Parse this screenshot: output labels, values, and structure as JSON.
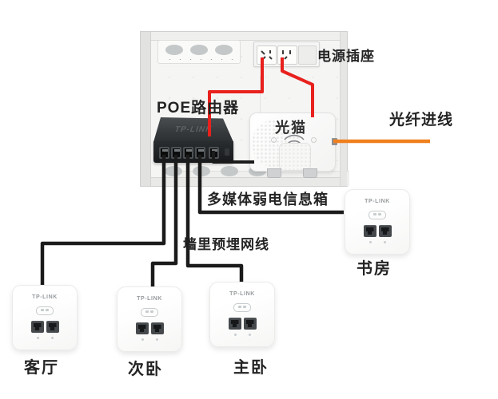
{
  "diagram": {
    "brand": "TP-LINK",
    "labels": {
      "power_socket": "电源插座",
      "poe_router": "POE路由器",
      "optical_modem": "光猫",
      "fiber_inlet": "光纤进线",
      "media_box": "多媒体弱电信息箱",
      "embedded_cable": "墙里预埋网线"
    },
    "panels": [
      {
        "id": "study",
        "label": "书房"
      },
      {
        "id": "living-room",
        "label": "客厅"
      },
      {
        "id": "second-bedroom",
        "label": "次卧"
      },
      {
        "id": "master-bedroom",
        "label": "主卧"
      }
    ],
    "wire_colors": {
      "power": "#e8211d",
      "fiber": "#f0801e",
      "ethernet": "#1b1b1b"
    }
  }
}
